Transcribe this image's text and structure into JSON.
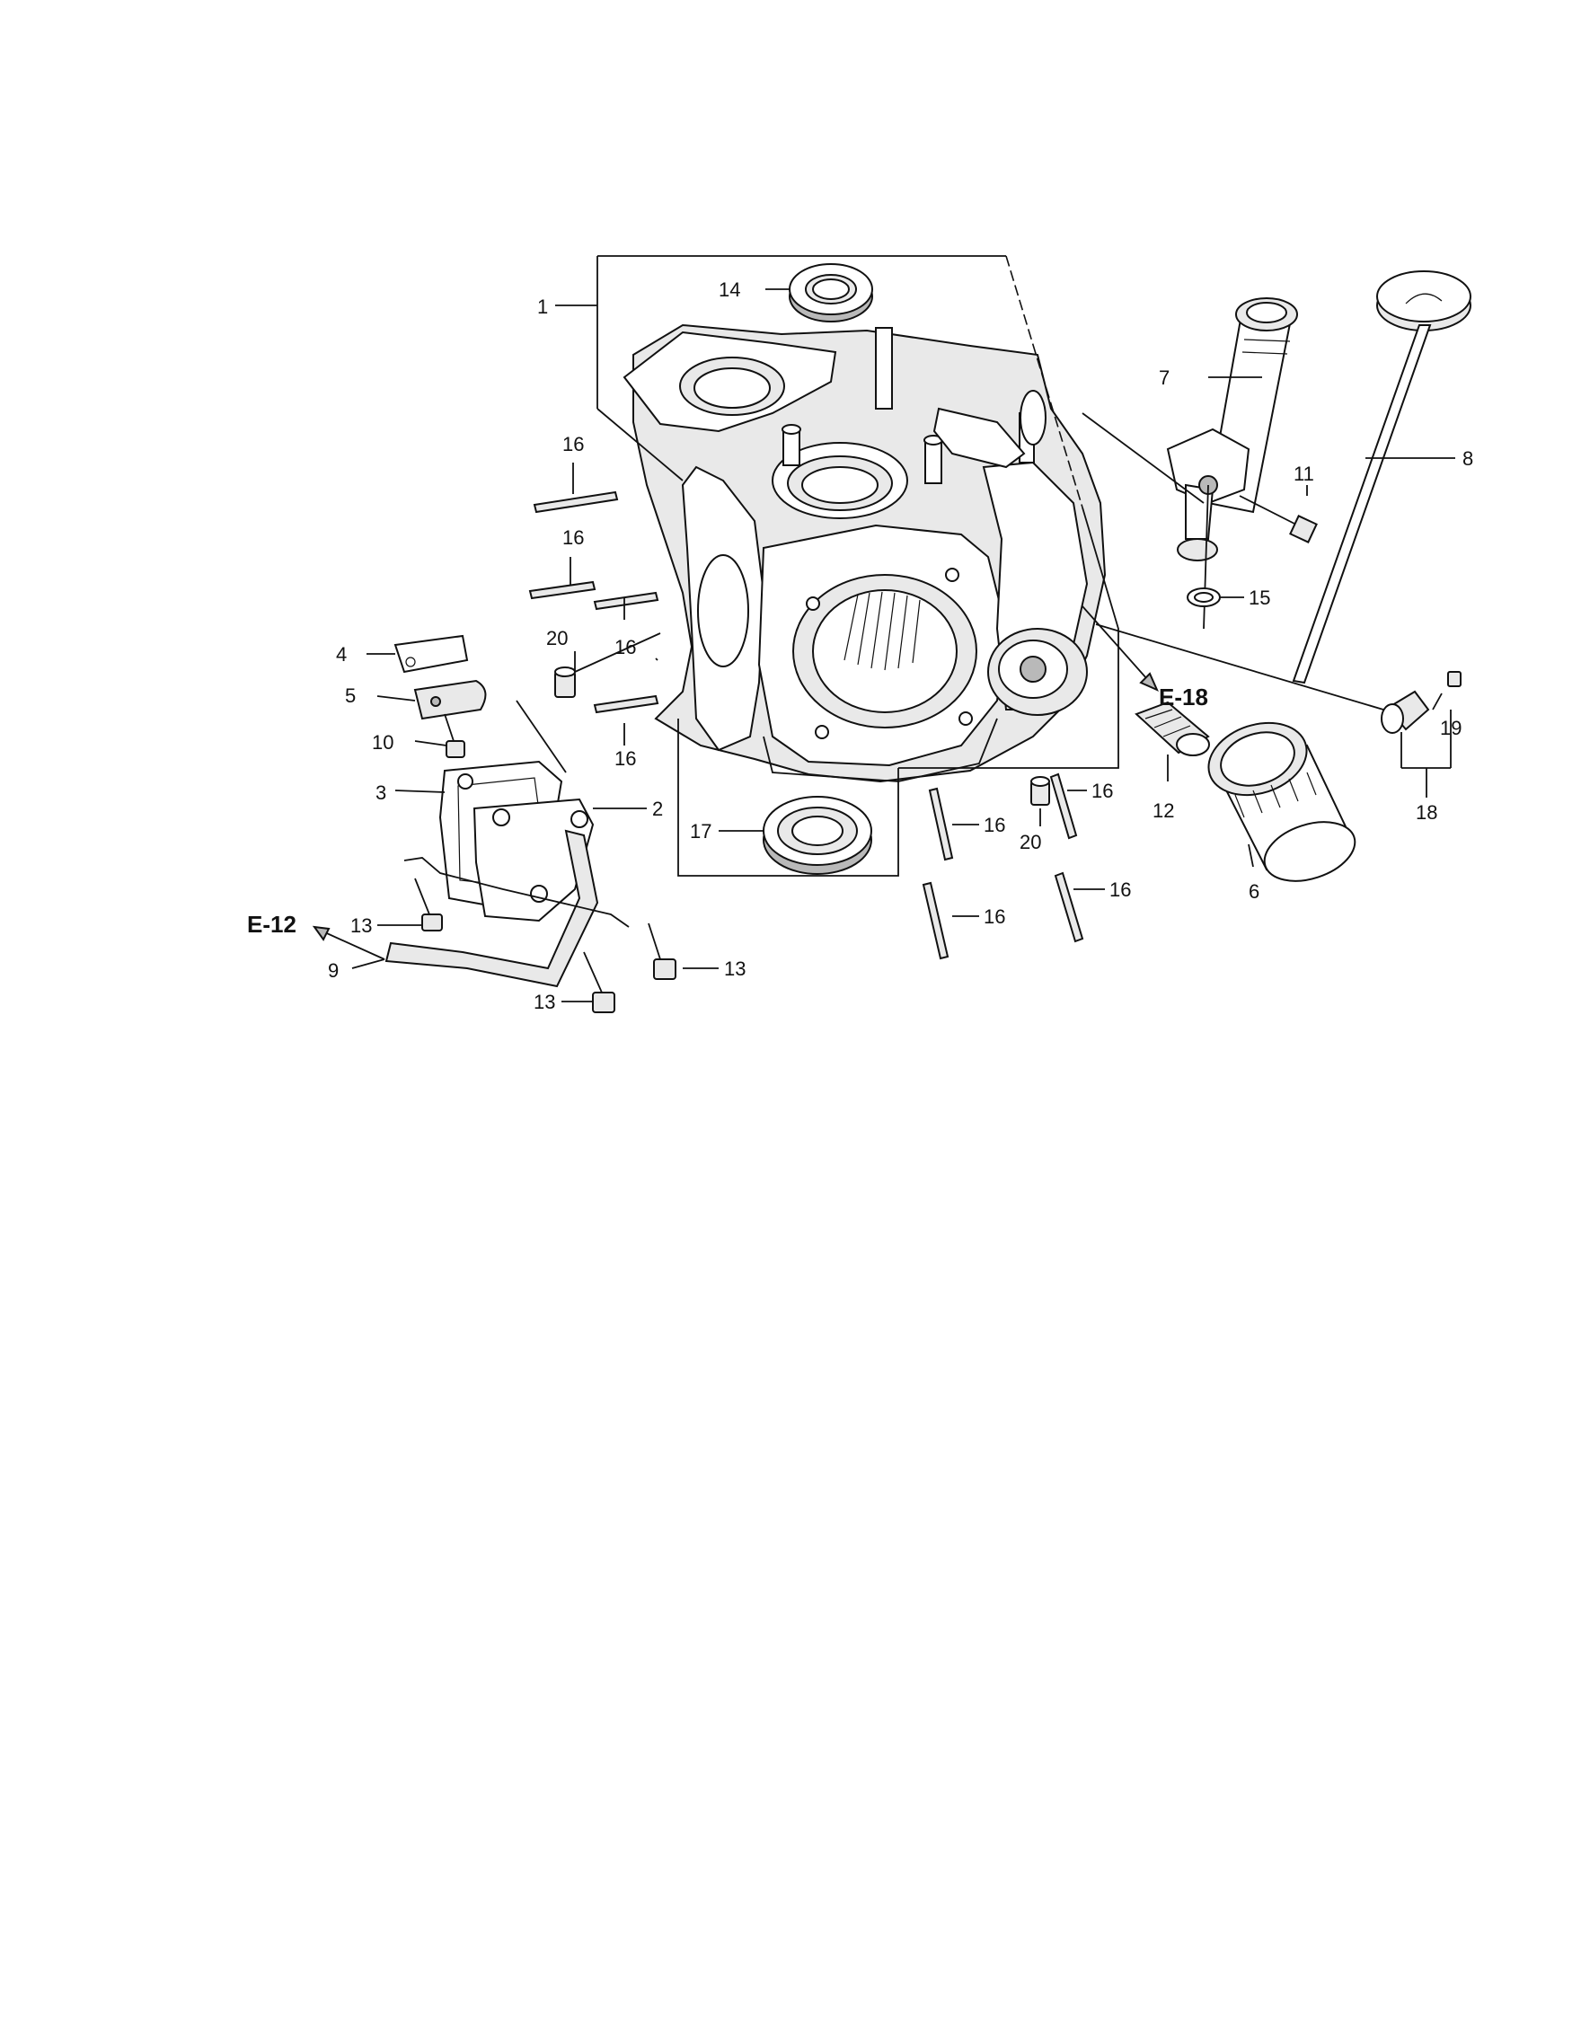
{
  "labels": {
    "p1": "1",
    "p2": "2",
    "p3": "3",
    "p4": "4",
    "p5": "5",
    "p6": "6",
    "p7": "7",
    "p8": "8",
    "p9": "9",
    "p10": "10",
    "p11": "11",
    "p12": "12",
    "p13a": "13",
    "p13b": "13",
    "p13c": "13",
    "p14": "14",
    "p15": "15",
    "p16a": "16",
    "p16b": "16",
    "p16c": "16",
    "p16d": "16",
    "p16e": "16",
    "p16f": "16",
    "p16g": "16",
    "p16h": "16",
    "p17": "17",
    "p18": "18",
    "p19": "19",
    "p20a": "20",
    "p20b": "20"
  },
  "refs": {
    "e18": "E-18",
    "e12": "E-12"
  },
  "icons": {
    "arrow": "arrow-head-icon"
  }
}
